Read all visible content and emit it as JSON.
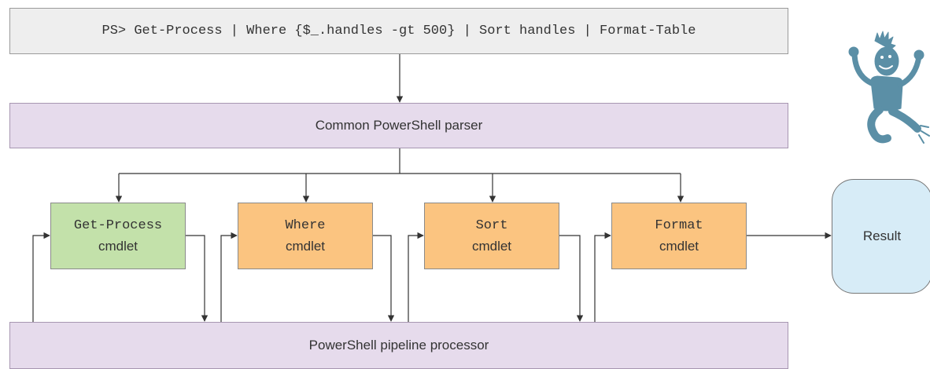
{
  "command": "PS> Get-Process | Where {$_.handles -gt 500} | Sort handles | Format-Table",
  "parser_label": "Common PowerShell parser",
  "processor_label": "PowerShell pipeline processor",
  "cmdlets": [
    {
      "name": "Get-Process",
      "kind": "cmdlet"
    },
    {
      "name": "Where",
      "kind": "cmdlet"
    },
    {
      "name": "Sort",
      "kind": "cmdlet"
    },
    {
      "name": "Format",
      "kind": "cmdlet"
    }
  ],
  "result_label": "Result",
  "colors": {
    "command_bg": "#eeeeee",
    "parser_bg": "#e6dbec",
    "get_process_bg": "#c3e1aa",
    "cmdlet_bg": "#fbc480",
    "result_bg": "#d7ecf7",
    "mascot": "#5b8fa6"
  },
  "icons": [
    "jumping-person-mascot"
  ]
}
